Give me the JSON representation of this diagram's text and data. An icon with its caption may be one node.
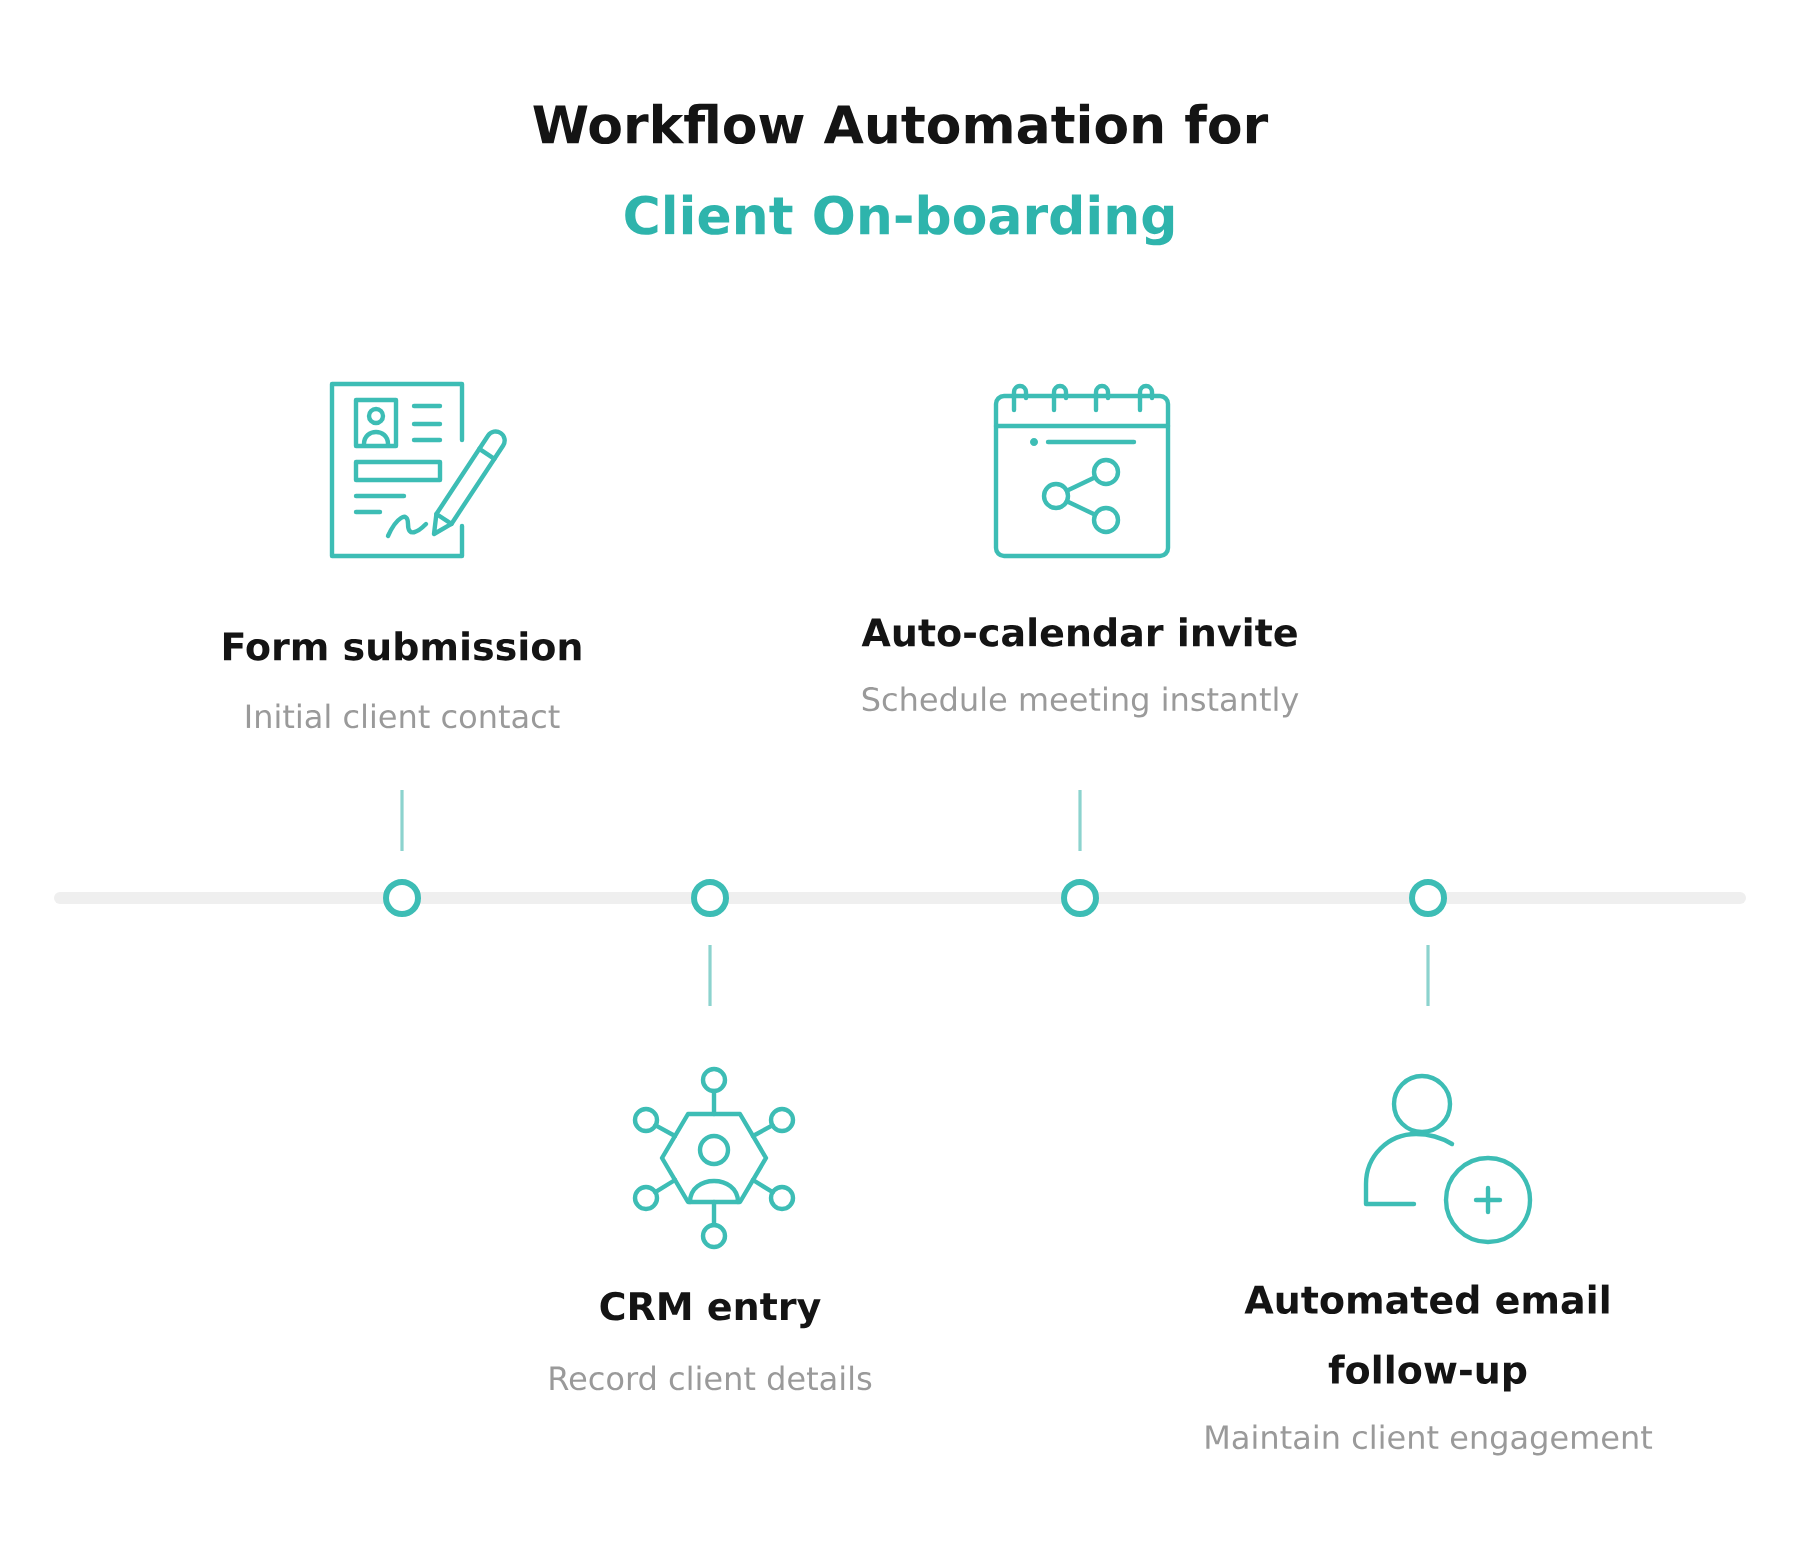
{
  "diagram": {
    "title": "Workflow Automation for",
    "nodes": [
      {
        "text": [
          "Form submission",
          "Initial client contact"
        ]
      },
      {
        "text": [
          "CRM entry",
          "Record client details"
        ]
      },
      {
        "text": [
          "Auto-calendar invite",
          "Schedule meeting instantly"
        ]
      },
      {
        "text": [
          "Automated email follow-up",
          "Maintain client engagement"
        ]
      },
      {
        "text": [],
        "shape": "circle"
      },
      {
        "text": [],
        "shape": "circle"
      },
      {
        "text": [],
        "shape": "circle"
      },
      {
        "text": [],
        "shape": "circle"
      }
    ],
    "edges": [
      {
        "from": 0,
        "to": 4,
        "arrow": "none"
      },
      {
        "from": 1,
        "to": 5,
        "arrow": "none"
      },
      {
        "from": 2,
        "to": 6,
        "arrow": "none"
      },
      {
        "from": 3,
        "to": 7,
        "arrow": "none"
      }
    ],
    "labels": [
      "Client On-boarding"
    ]
  }
}
